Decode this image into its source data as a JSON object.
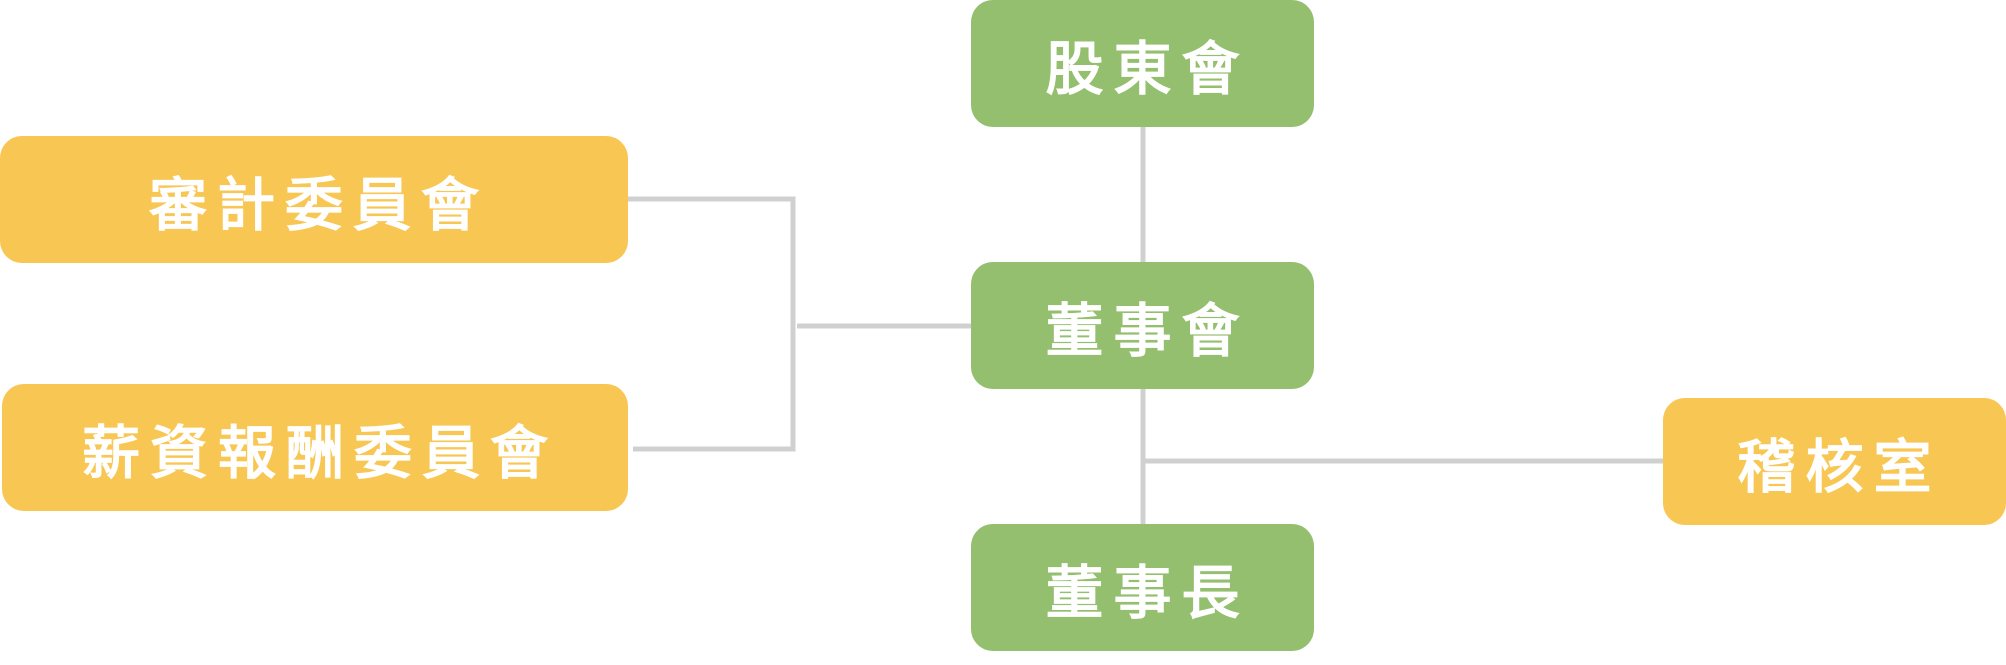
{
  "nodes": {
    "shareholders": "股東會",
    "board": "董事會",
    "chairman": "董事長",
    "audit_committee": "審計委員會",
    "compensation_committee": "薪資報酬委員會",
    "internal_audit": "稽核室"
  },
  "colors": {
    "green": "#93bf6e",
    "yellow": "#f8c653",
    "connector": "#d0d0d0",
    "text": "#ffffff"
  }
}
